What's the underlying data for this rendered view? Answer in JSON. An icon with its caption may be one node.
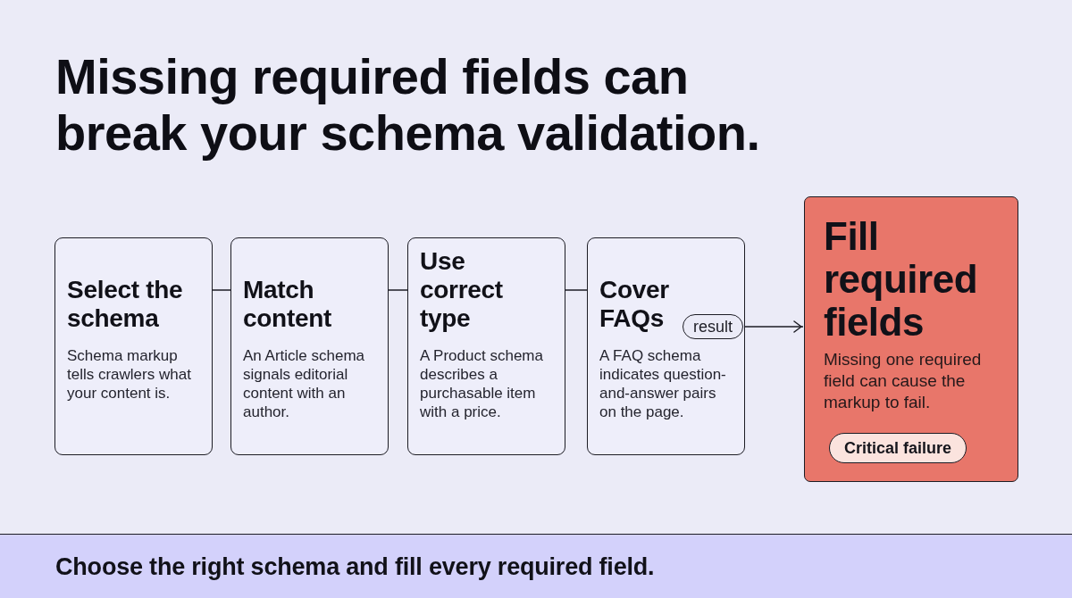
{
  "diagram": {
    "title": "Missing required fields can break your schema validation.",
    "caption": "Choose the right schema and fill every required field.",
    "nodes": [
      {
        "text": [
          "Select the schema",
          "Schema markup tells crawlers what your content is."
        ]
      },
      {
        "text": [
          "Match content",
          "An Article schema signals editorial content with an author."
        ]
      },
      {
        "text": [
          "Use correct type",
          "A Product schema describes a purchasable item with a price."
        ]
      },
      {
        "text": [
          "Cover FAQs",
          "A FAQ schema indicates question-and-answer pairs on the page."
        ]
      },
      {
        "text": [
          "Fill required fields",
          "Missing one required field can cause the markup to fail."
        ]
      },
      {
        "text": [
          "Critical failure"
        ],
        "in": 4
      }
    ],
    "edges": [
      {
        "from": 0,
        "to": 1,
        "arrow": "none"
      },
      {
        "from": 1,
        "to": 2,
        "arrow": "none"
      },
      {
        "from": 2,
        "to": 3,
        "arrow": "none"
      },
      {
        "from": 3,
        "to": 4,
        "arrow": "to",
        "label": "result"
      }
    ]
  }
}
